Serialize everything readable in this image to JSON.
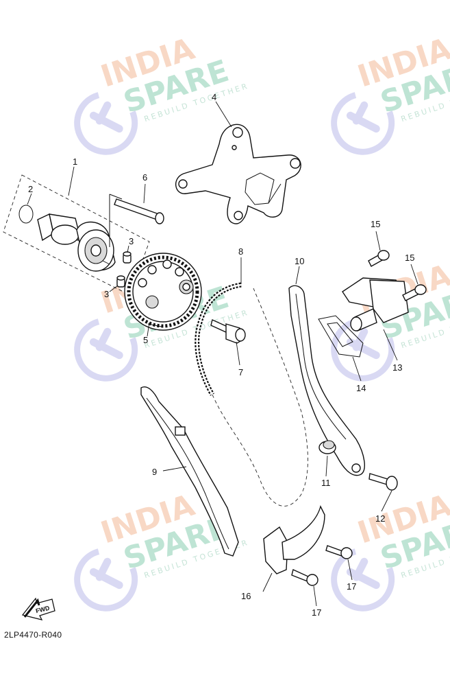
{
  "diagram": {
    "callouts": [
      {
        "id": "c1",
        "label": "1"
      },
      {
        "id": "c2",
        "label": "2"
      },
      {
        "id": "c3a",
        "label": "3"
      },
      {
        "id": "c3b",
        "label": "3"
      },
      {
        "id": "c4",
        "label": "4"
      },
      {
        "id": "c5",
        "label": "5"
      },
      {
        "id": "c6",
        "label": "6"
      },
      {
        "id": "c7",
        "label": "7"
      },
      {
        "id": "c8",
        "label": "8"
      },
      {
        "id": "c9",
        "label": "9"
      },
      {
        "id": "c10",
        "label": "10"
      },
      {
        "id": "c11",
        "label": "11"
      },
      {
        "id": "c12",
        "label": "12"
      },
      {
        "id": "c13",
        "label": "13"
      },
      {
        "id": "c14",
        "label": "14"
      },
      {
        "id": "c15a",
        "label": "15"
      },
      {
        "id": "c15b",
        "label": "15"
      },
      {
        "id": "c16",
        "label": "16"
      },
      {
        "id": "c17a",
        "label": "17"
      },
      {
        "id": "c17b",
        "label": "17"
      }
    ],
    "fwd_label": "FWD",
    "diagram_code": "2LP4470-R040"
  },
  "watermark": {
    "line1": "INDIA",
    "line2": "SPARE",
    "tagline": "REBUILD TOGETHER",
    "colors": {
      "india": "#f6cbb2",
      "spare": "#a9dcc6",
      "logo": "#c9c9ee"
    }
  }
}
